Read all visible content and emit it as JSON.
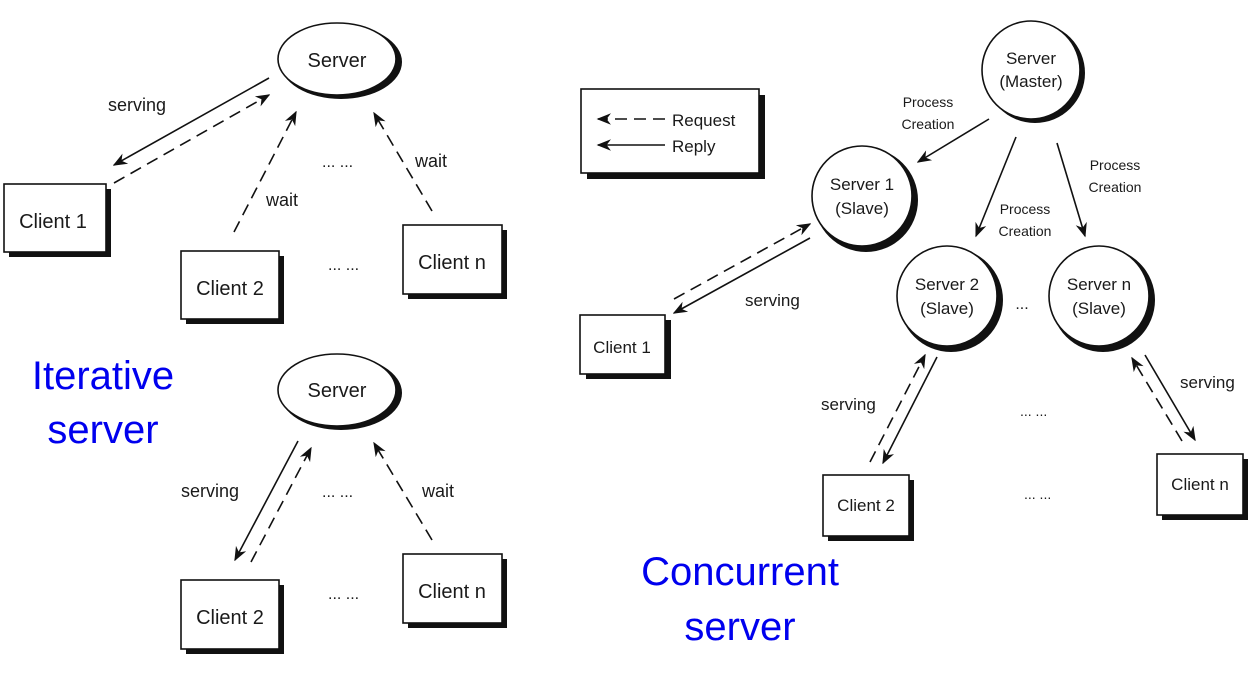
{
  "titles": {
    "iterative": [
      "Iterative",
      "server"
    ],
    "concurrent": [
      "Concurrent",
      "server"
    ]
  },
  "legend": {
    "request": "Request",
    "reply": "Reply"
  },
  "iterative_top": {
    "server": "Server",
    "client1": "Client 1",
    "client2": "Client 2",
    "clientn": "Client n",
    "serving": "serving",
    "wait2": "wait",
    "waitn": "wait",
    "dots_mid": "... ...",
    "dots_bottom": "... ..."
  },
  "iterative_bottom": {
    "server": "Server",
    "client2": "Client 2",
    "clientn": "Client n",
    "serving": "serving",
    "waitn": "wait",
    "dots_mid": "... ...",
    "dots_bottom": "... ..."
  },
  "concurrent": {
    "master": [
      "Server",
      "(Master)"
    ],
    "slave1": [
      "Server 1",
      "(Slave)"
    ],
    "slave2": [
      "Server 2",
      "(Slave)"
    ],
    "slaven": [
      "Server n",
      "(Slave)"
    ],
    "slave_dots": "...",
    "process_creation": [
      "Process",
      "Creation"
    ],
    "client1": "Client 1",
    "client2": "Client 2",
    "clientn": "Client n",
    "serving": "serving",
    "dots_mid": "... ...",
    "dots_bottom": "... ..."
  }
}
